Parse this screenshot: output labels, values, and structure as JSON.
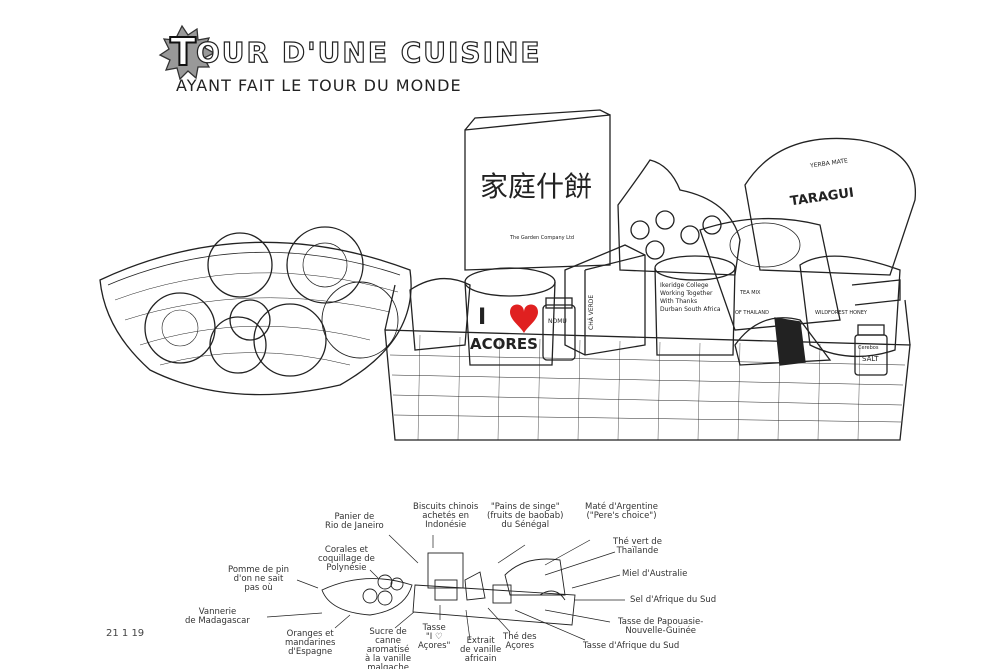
{
  "title": {
    "first_letter": "T",
    "rest": "OUR D'UNE CUISINE",
    "subtitle": "AYANT FAIT LE TOUR DU MONDE"
  },
  "date": "21 1 19",
  "packaging_text": {
    "biscuit_tin_chars": "家庭什餅",
    "biscuit_tin_company": "The Garden Company Ltd",
    "mate_brand": "TARAGUI",
    "mate_type": "YERBA MATE",
    "mug_i": "I",
    "mug_place": "ACORES",
    "tea_box": "CHÁ VERDE",
    "sa_mug_line1": "Ikeridge College",
    "sa_mug_line2": "Working Together",
    "sa_mug_line3": "With Thanks",
    "sa_mug_line4": "Durban South Africa",
    "thai_tea": "TEA MIX",
    "thai_of": "OF THAILAND",
    "honey": "WILDFOREST HONEY",
    "salt_brand": "Cerebos",
    "salt": "SALT",
    "vanilla": "NOMU"
  },
  "labels": {
    "panier": "Panier de\nRio de Janeiro",
    "corales": "Corales et\ncoquillage de\nPolynésie",
    "pomme": "Pomme de pin\nd'on ne sait\npas où",
    "vannerie": "Vannerie\nde Madagascar",
    "oranges": "Oranges et\nmandarines\nd'Espagne",
    "sucre": "Sucre de\ncanne\naromatisé\nà la vanille\nmalgache",
    "tasse_acores": "Tasse\n\"I ♡\nAçores\"",
    "biscuits": "Biscuits chinois\nachetés en\nIndonésie",
    "extrait": "Extrait\nde vanille\nafricain",
    "pains": "\"Pains de singe\"\n(fruits de baobab)\ndu Sénégal",
    "the_acores": "Thé des\nAçores",
    "mate": "Maté d'Argentine\n(\"Pere's choice\")",
    "the_vert": "Thé vert de\nThaïlande",
    "miel": "Miel d'Australie",
    "sel": "Sel d'Afrique du Sud",
    "tasse_png": "Tasse de Papouasie-\nNouvelle-Guinée",
    "tasse_sa": "Tasse d'Afrique du Sud"
  },
  "colors": {
    "ink": "#222222",
    "heart": "#e02020",
    "star": "#999999"
  }
}
